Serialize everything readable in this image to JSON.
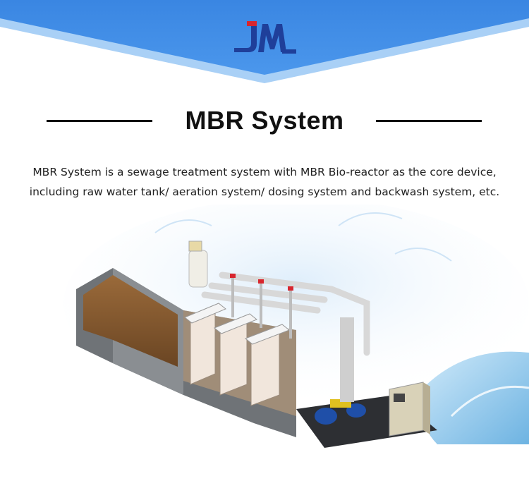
{
  "logo": {
    "icon": "jm-logo-icon",
    "colors": {
      "accent": "#d8262e",
      "brand": "#1f3f9a"
    }
  },
  "banner": {
    "colors": {
      "primary": "#3f8de6",
      "light": "#8ec1f5"
    }
  },
  "heading": {
    "title": "MBR System"
  },
  "description": {
    "line1": "MBR System is a sewage treatment system with MBR Bio-reactor as the core device,",
    "line2": "including raw water tank/ aeration system/ dosing system and backwash system, etc."
  },
  "illustration": {
    "icon": "mbr-system-diagram-icon"
  }
}
